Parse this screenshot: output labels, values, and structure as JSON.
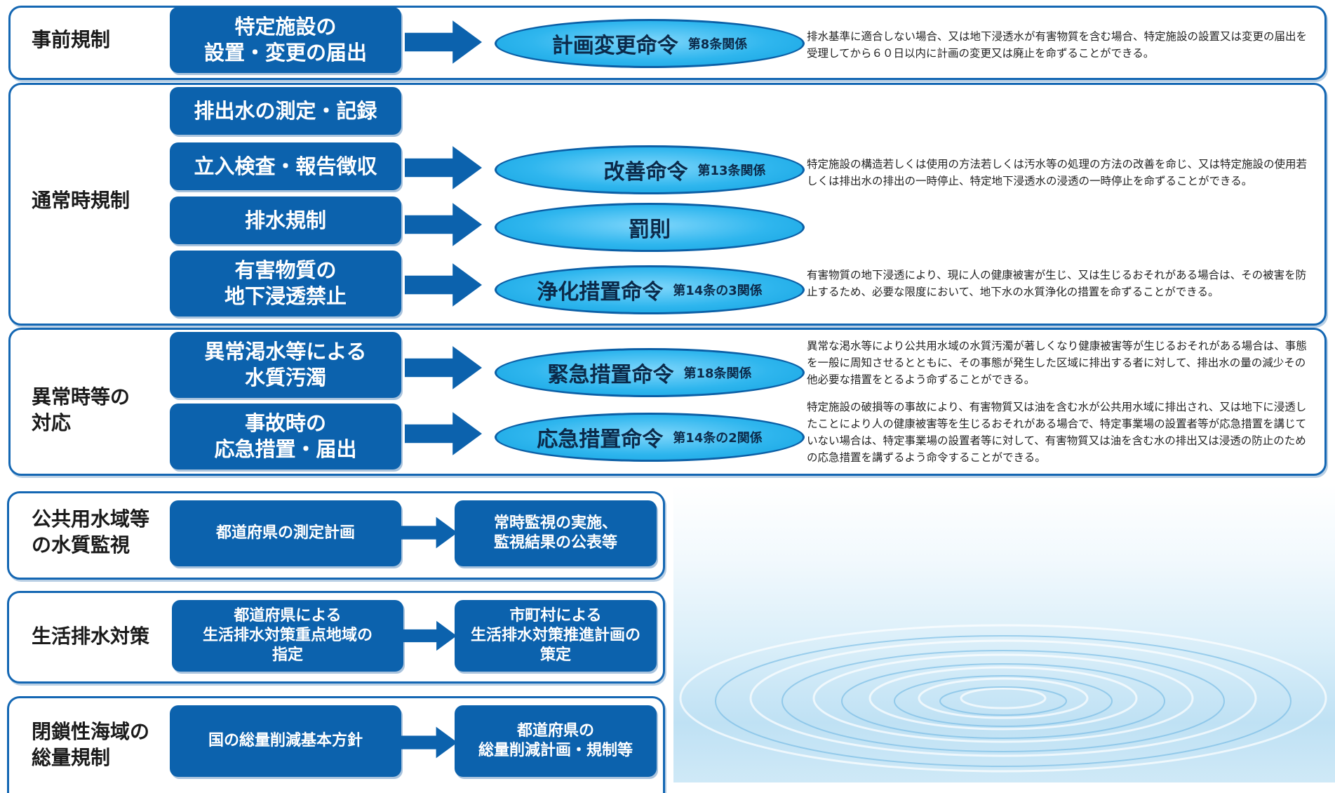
{
  "colors": {
    "box": "#0c62ad",
    "border": "#1467b3",
    "oval": "#2fb6ee",
    "text_dark": "#0b2a4a"
  },
  "sections": {
    "jizen": {
      "label": "事前規制",
      "box": "特定施設の\n設置・変更の届出",
      "order": "計画変更命令",
      "ref": "第8条関係",
      "desc": "排水基準に適合しない場合、又は地下浸透水が有害物質を含む場合、特定施設の設置又は変更の届出を受理してから６０日以内に計画の変更又は廃止を命ずることができる。"
    },
    "tsujo": {
      "label": "通常時規制",
      "box1": "排出水の測定・記録",
      "box2": "立入検査・報告徴収",
      "box3": "排水規制",
      "box4": "有害物質の\n地下浸透禁止",
      "order1": "改善命令",
      "ref1": "第13条関係",
      "order2": "罰則",
      "order3": "浄化措置命令",
      "ref3": "第14条の3関係",
      "desc1": "特定施設の構造若しくは使用の方法若しくは汚水等の処理の方法の改善を命じ、又は特定施設の使用若しくは排出水の排出の一時停止、特定地下浸透水の浸透の一時停止を命ずることができる。",
      "desc3": "有害物質の地下浸透により、現に人の健康被害が生じ、又は生じるおそれがある場合は、その被害を防止するため、必要な限度において、地下水の水質浄化の措置を命ずることができる。"
    },
    "ijo": {
      "label": "異常時等の\n対応",
      "box1": "異常渇水等による\n水質汚濁",
      "box2": "事故時の\n応急措置・届出",
      "order1": "緊急措置命令",
      "ref1": "第18条関係",
      "order2": "応急措置命令",
      "ref2": "第14条の2関係",
      "desc1": "異常な渇水等により公共用水域の水質汚濁が著しくなり健康被害等が生じるおそれがある場合は、事態を一般に周知させるとともに、その事態が発生した区域に排出する者に対して、排出水の量の減少その他必要な措置をとるよう命ずることができる。",
      "desc2": "特定施設の破損等の事故により、有害物質又は油を含む水が公共用水域に排出され、又は地下に浸透したことにより人の健康被害等を生じるおそれがある場合で、特定事業場の設置者等が応急措置を講じていない場合は、特定事業場の設置者等に対して、有害物質又は油を含む水の排出又は浸透の防止のための応急措置を講ずるよう命令することができる。"
    },
    "kanshi": {
      "label": "公共用水域等\nの水質監視",
      "box1": "都道府県の測定計画",
      "box2": "常時監視の実施、\n監視結果の公表等"
    },
    "seikatsu": {
      "label": "生活排水対策",
      "box1": "都道府県による\n生活排水対策重点地域の\n指定",
      "box2": "市町村による\n生活排水対策推進計画の\n策定"
    },
    "heisa": {
      "label": "閉鎖性海域の\n総量規制",
      "box1": "国の総量削減基本方針",
      "box2": "都道府県の\n総量削減計画・規制等"
    }
  }
}
